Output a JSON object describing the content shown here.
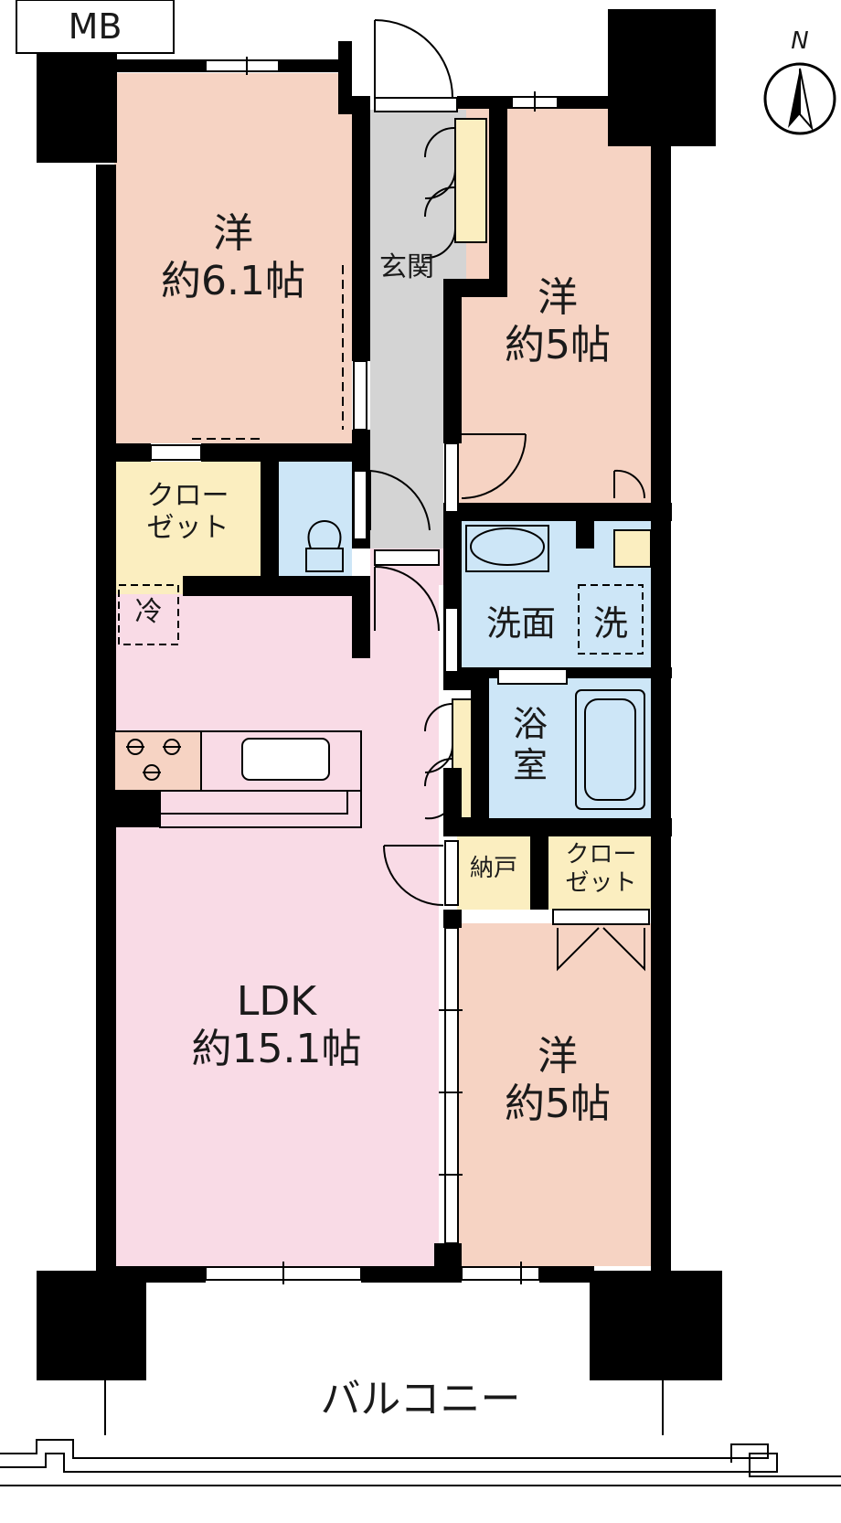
{
  "colors": {
    "western_room": "#f6d3c3",
    "ldk": "#f9dbe6",
    "storage": "#fbeec0",
    "wet_area": "#cde6f7",
    "entrance": "#d4d4d4",
    "wall": "#000000"
  },
  "labels": {
    "mb": "MB",
    "north": "N",
    "room_nw_name": "洋",
    "room_nw_size": "約6.1帖",
    "room_ne_name": "洋",
    "room_ne_size": "約5帖",
    "entrance": "玄関",
    "closet_1": "クロー\nゼット",
    "fridge": "冷",
    "washroom": "洗面",
    "washer": "洗",
    "bath": "浴\n室",
    "storage": "納戸",
    "closet_2": "クロー\nゼット",
    "ldk_name": "LDK",
    "ldk_size": "約15.1帖",
    "room_se_name": "洋",
    "room_se_size": "約5帖",
    "balcony": "バルコニー"
  }
}
